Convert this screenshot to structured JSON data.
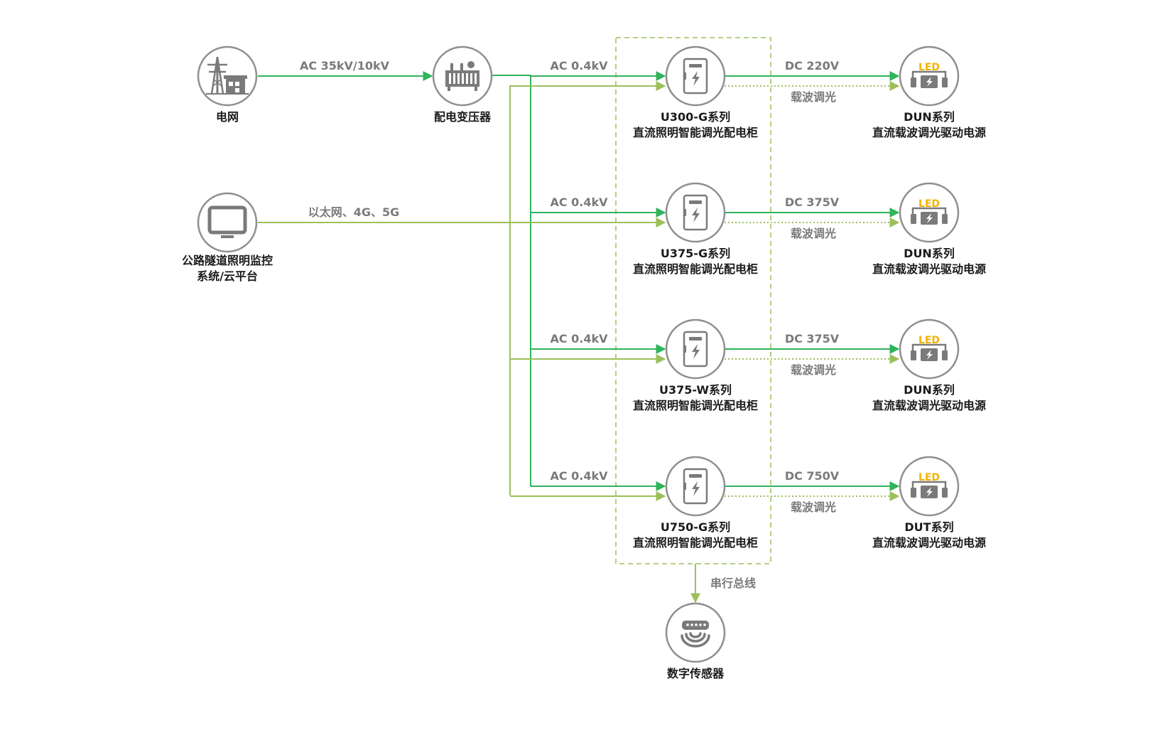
{
  "colors": {
    "power_line": "#2fb45a",
    "signal_line": "#9cbf5a",
    "box_border": "#9cbf5a",
    "icon": "#7a7a7a",
    "led": "#f2b200"
  },
  "nodes": {
    "grid": {
      "label": "电网",
      "icon": "power-tower-icon"
    },
    "transformer": {
      "label": "配电变压器",
      "icon": "transformer-icon"
    },
    "platform": {
      "line1": "公路隧道照明监控",
      "line2": "系统/云平台",
      "icon": "monitor-icon"
    },
    "sensor": {
      "label": "数字传感器",
      "icon": "sensor-icon"
    }
  },
  "edges": {
    "grid_to_transformer": "AC 35kV/10kV",
    "platform_network": "以太网、4G、5G",
    "serial_bus": "串行总线"
  },
  "rows": [
    {
      "cabinet_series": "U300-G系列",
      "cabinet_name": "直流照明智能调光配电柜",
      "ac": "AC 0.4kV",
      "dc": "DC 220V",
      "dimming": "载波调光",
      "driver_series": "DUN系列",
      "driver_name": "直流载波调光驱动电源",
      "led": "LED"
    },
    {
      "cabinet_series": "U375-G系列",
      "cabinet_name": "直流照明智能调光配电柜",
      "ac": "AC 0.4kV",
      "dc": "DC 375V",
      "dimming": "载波调光",
      "driver_series": "DUN系列",
      "driver_name": "直流载波调光驱动电源",
      "led": "LED"
    },
    {
      "cabinet_series": "U375-W系列",
      "cabinet_name": "直流照明智能调光配电柜",
      "ac": "AC 0.4kV",
      "dc": "DC 375V",
      "dimming": "载波调光",
      "driver_series": "DUN系列",
      "driver_name": "直流载波调光驱动电源",
      "led": "LED"
    },
    {
      "cabinet_series": "U750-G系列",
      "cabinet_name": "直流照明智能调光配电柜",
      "ac": "AC 0.4kV",
      "dc": "DC 750V",
      "dimming": "载波调光",
      "driver_series": "DUT系列",
      "driver_name": "直流载波调光驱动电源",
      "led": "LED"
    }
  ]
}
